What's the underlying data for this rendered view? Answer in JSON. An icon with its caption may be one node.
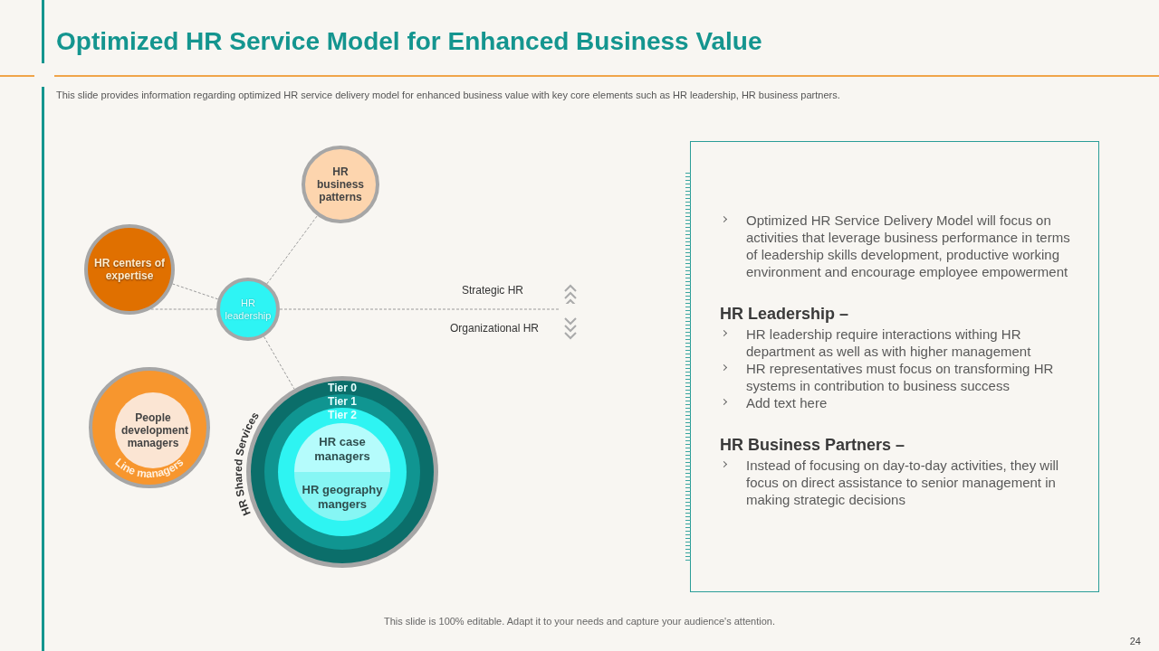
{
  "diagram": {
    "title": "Optimized HR Service Model for Enhanced Business Value",
    "nodes": [
      {
        "text": [
          "HR business patterns"
        ]
      },
      {
        "text": [
          "HR centers of expertise"
        ]
      },
      {
        "text": [
          "HR leadership"
        ]
      },
      {
        "text": [
          "Line managers"
        ]
      },
      {
        "text": [
          "People development managers"
        ],
        "in": 3
      },
      {
        "text": [
          "HR Shared Services"
        ]
      },
      {
        "text": [
          "Tier 0"
        ],
        "in": 5
      },
      {
        "text": [
          "Tier 1"
        ],
        "in": 6
      },
      {
        "text": [
          "Tier 2"
        ],
        "in": 7
      },
      {
        "text": [
          "HR case managers"
        ],
        "in": 8
      },
      {
        "text": [
          "HR geography mangers"
        ],
        "in": 8
      },
      {
        "text": [
          "Optimized HR Service Delivery Model will focus on activities that leverage business performance in terms of leadership skills development, productive working environment and encourage employee empowerment",
          "HR Leadership –",
          "HR leadership require interactions withing HR department as well as with higher management",
          "HR representatives must focus on transforming HR systems in contribution to business success",
          "Add text here",
          "HR Business Partners –",
          "Instead of focusing on day-to-day activities, they will focus on direct assistance to senior management in making strategic decisions"
        ]
      }
    ],
    "edges": [
      {
        "from": 1,
        "to": 2,
        "arrow": "none",
        "style": "dashed"
      },
      {
        "from": 1,
        "to": 2,
        "arrow": "none",
        "style": "dashed"
      },
      {
        "from": 2,
        "to": null,
        "arrow": "none",
        "style": "dashed"
      },
      {
        "from": 2,
        "to": 0,
        "arrow": "none",
        "style": "dashed"
      },
      {
        "from": 2,
        "to": 5,
        "arrow": "none",
        "style": "dashed"
      }
    ],
    "labels": [
      "This slide provides information regarding optimized HR service delivery model for enhanced business value with key core elements such as HR leadership, HR business partners.",
      "Strategic HR",
      "Organizational HR",
      "This slide is 100% editable. Adapt it to your needs and capture your audience's attention.",
      "24"
    ]
  }
}
